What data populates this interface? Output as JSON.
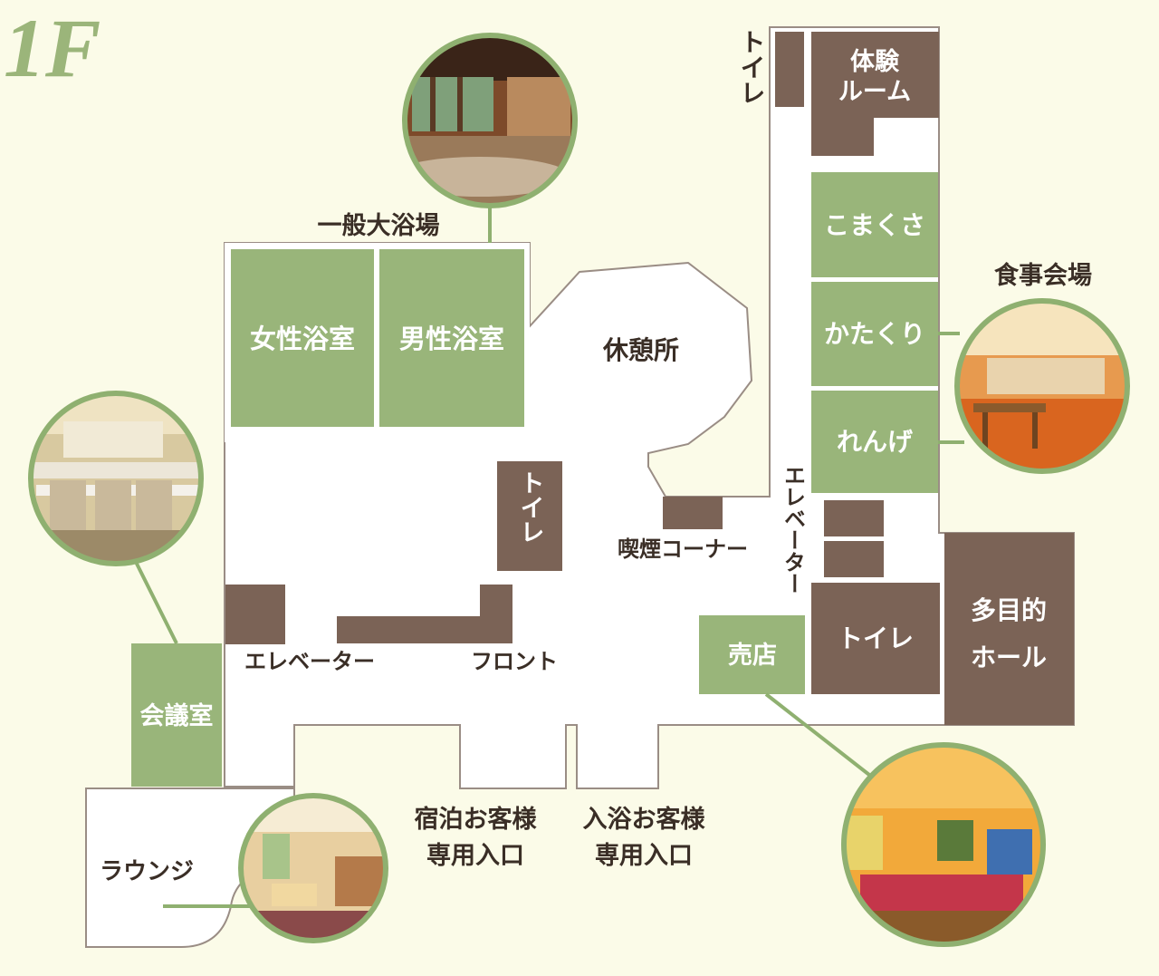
{
  "floor_label": "1F",
  "colors": {
    "background": "#fbfbe8",
    "green_room": "#99b57a",
    "brown_room": "#7b6356",
    "outline": "#9a8d85",
    "circle_border": "#8fb070",
    "text_dark": "#3a2e26"
  },
  "labels": {
    "bath_area": "一般大浴場",
    "womens_bath": "女性浴室",
    "mens_bath": "男性浴室",
    "rest_area": "休憩所",
    "toilet_top": "トイレ",
    "experience_room": [
      "体験",
      "ルーム"
    ],
    "komakusa": "こまくさ",
    "katakuri": "かたくり",
    "renge": "れんげ",
    "dining_hall": "食事会場",
    "toilet_center": "トイレ",
    "smoking_corner": "喫煙コーナー",
    "elevator_right": "エレベーター",
    "multipurpose_hall": [
      "多目的",
      "ホール"
    ],
    "toilet_right": "トイレ",
    "shop": "売店",
    "elevator_left": "エレベーター",
    "front_desk": "フロント",
    "meeting_room": "会議室",
    "lounge": "ラウンジ",
    "guest_entrance": [
      "宿泊お客様",
      "専用入口"
    ],
    "bath_entrance": [
      "入浴お客様",
      "専用入口"
    ]
  },
  "photos": [
    {
      "name": "bath-photo",
      "subject": "large public bath"
    },
    {
      "name": "meeting-room-photo",
      "subject": "meeting room"
    },
    {
      "name": "dining-photo",
      "subject": "dining hall"
    },
    {
      "name": "lounge-photo",
      "subject": "lounge"
    },
    {
      "name": "shop-photo",
      "subject": "gift shop"
    }
  ]
}
